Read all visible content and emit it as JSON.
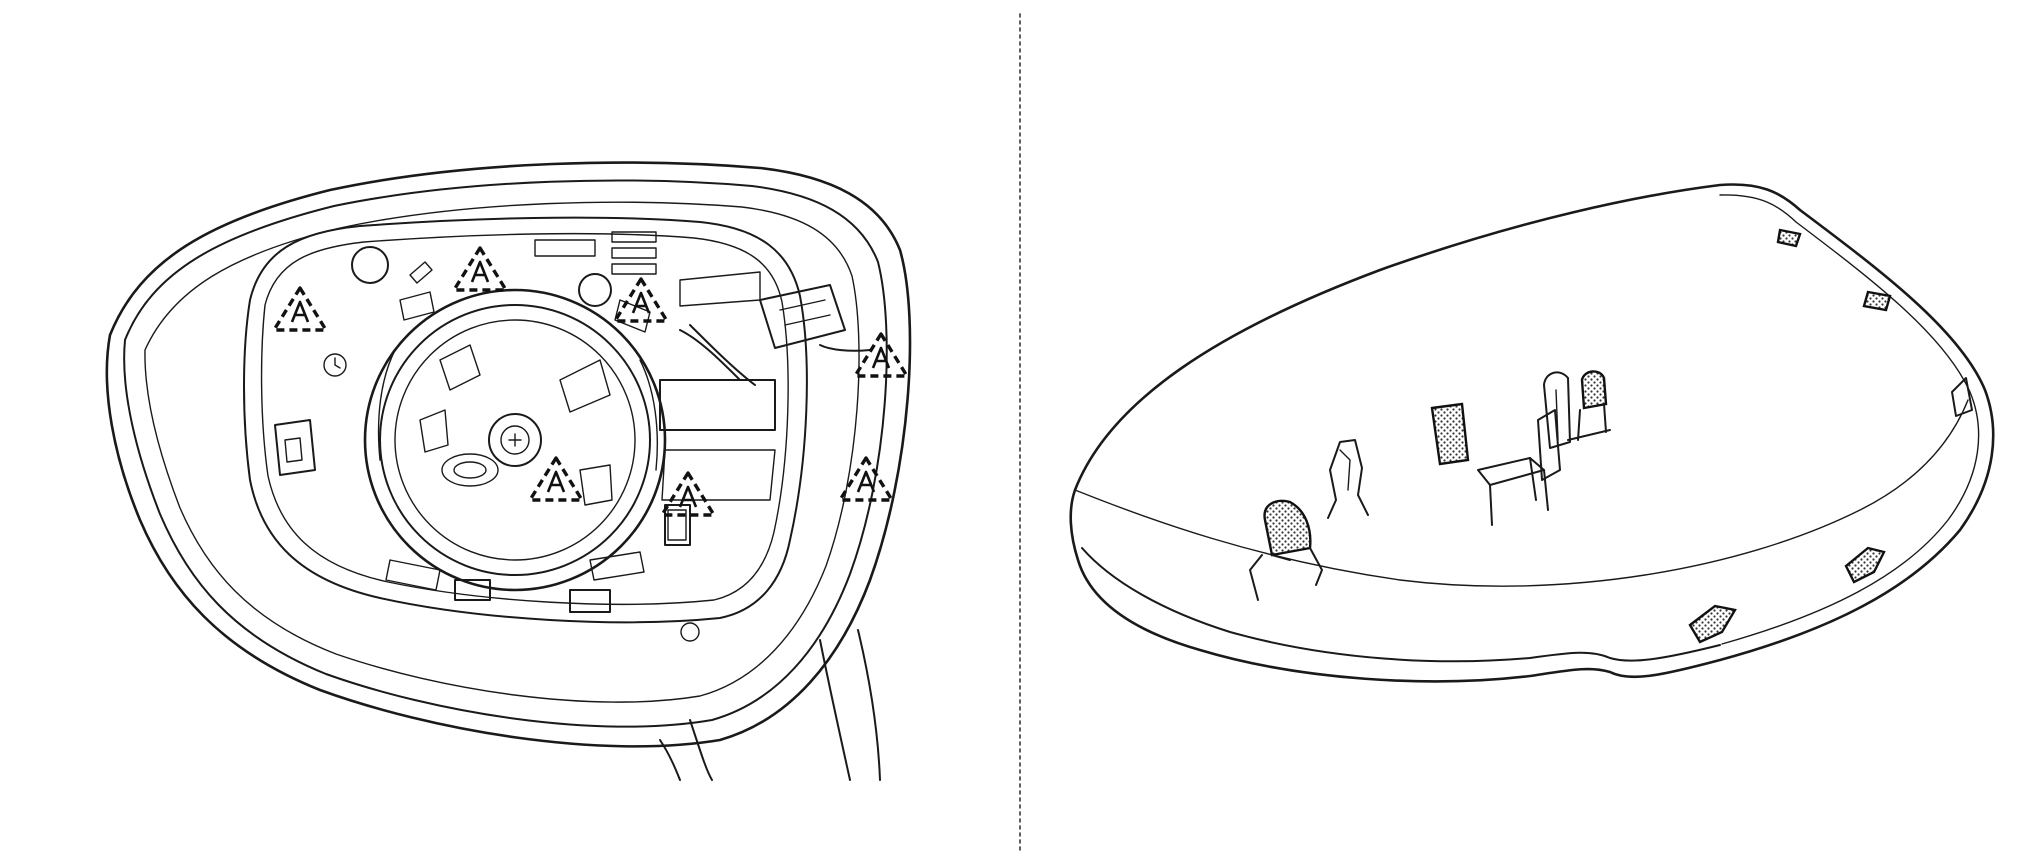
{
  "figure": {
    "panels": [
      {
        "id": "mirror-base-assembly",
        "clip_marker_count": 7
      },
      {
        "id": "mirror-cover",
        "tab_count": 10
      }
    ],
    "colors": {
      "line": "#1a1a1a",
      "background": "#ffffff",
      "stipple": "#555555"
    }
  }
}
